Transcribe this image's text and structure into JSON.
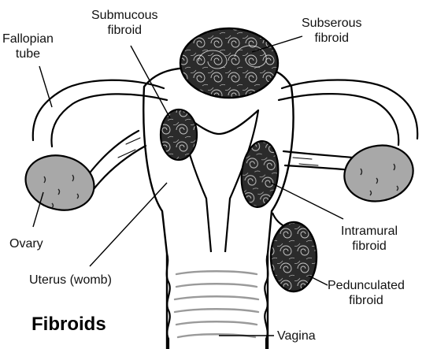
{
  "title": "Fibroids",
  "labels": {
    "fallopian_tube": [
      "Fallopian",
      "tube"
    ],
    "submucous_fibroid": [
      "Submucous",
      "fibroid"
    ],
    "subserous_fibroid": [
      "Subserous",
      "fibroid"
    ],
    "ovary": "Ovary",
    "intramural_fibroid": [
      "Intramural",
      "fibroid"
    ],
    "uterus": "Uterus (womb)",
    "pedunculated_fibroid": [
      "Pedunculated",
      "fibroid"
    ],
    "vagina": "Vagina"
  },
  "colors": {
    "fibroid_fill": "#2b2b2b",
    "ovary_fill": "#a8a8a8",
    "outline": "#000000",
    "vagina_folds": "#9a9a9a"
  }
}
